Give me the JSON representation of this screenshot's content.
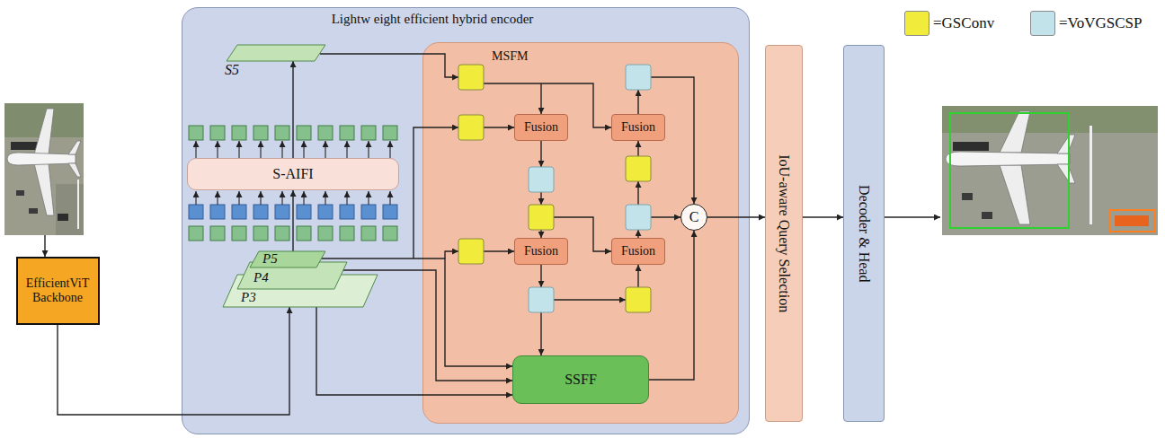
{
  "diagram": {
    "nodes": [
      {
        "text": [
          "EfficientViT Backbone"
        ]
      },
      {
        "text": [
          "Lightw eight efficient hybrid encoder"
        ]
      },
      {
        "text": [
          "S5"
        ],
        "in": 1
      },
      {
        "text": [
          "S-AIFI"
        ],
        "in": 1
      },
      {
        "text": [
          "P5"
        ],
        "in": 1
      },
      {
        "text": [
          "P4"
        ],
        "in": 1
      },
      {
        "text": [
          "P3"
        ],
        "in": 1
      },
      {
        "text": [
          "MSFM"
        ],
        "in": 1
      },
      {
        "text": [
          "Fusion"
        ],
        "in": 7
      },
      {
        "text": [
          "Fusion"
        ],
        "in": 7
      },
      {
        "text": [
          "Fusion"
        ],
        "in": 7
      },
      {
        "text": [
          "Fusion"
        ],
        "in": 7
      },
      {
        "text": [
          "C"
        ],
        "in": 7
      },
      {
        "text": [
          "SSFF"
        ],
        "in": 7
      },
      {
        "text": [
          "IoU-aware Query Selection"
        ]
      },
      {
        "text": [
          "Decoder & Head"
        ]
      }
    ],
    "edges": [
      {
        "from": 0,
        "to": 6,
        "arrow": "to"
      },
      {
        "from": 4,
        "to": 3,
        "arrow": "to"
      },
      {
        "from": 3,
        "to": 2,
        "arrow": "to"
      },
      {
        "from": 4,
        "to": 13,
        "arrow": "to"
      },
      {
        "from": 5,
        "to": 13,
        "arrow": "to"
      },
      {
        "from": 6,
        "to": 13,
        "arrow": "to"
      },
      {
        "from": 13,
        "to": 12,
        "arrow": "to"
      },
      {
        "from": 12,
        "to": 14,
        "arrow": "to"
      },
      {
        "from": 14,
        "to": 15,
        "arrow": "to"
      }
    ],
    "legend": [
      {
        "text": "=GSConv",
        "color": "#f1ec3c"
      },
      {
        "text": "=VoVGSCSP",
        "color": "#c3e3ea"
      }
    ]
  }
}
